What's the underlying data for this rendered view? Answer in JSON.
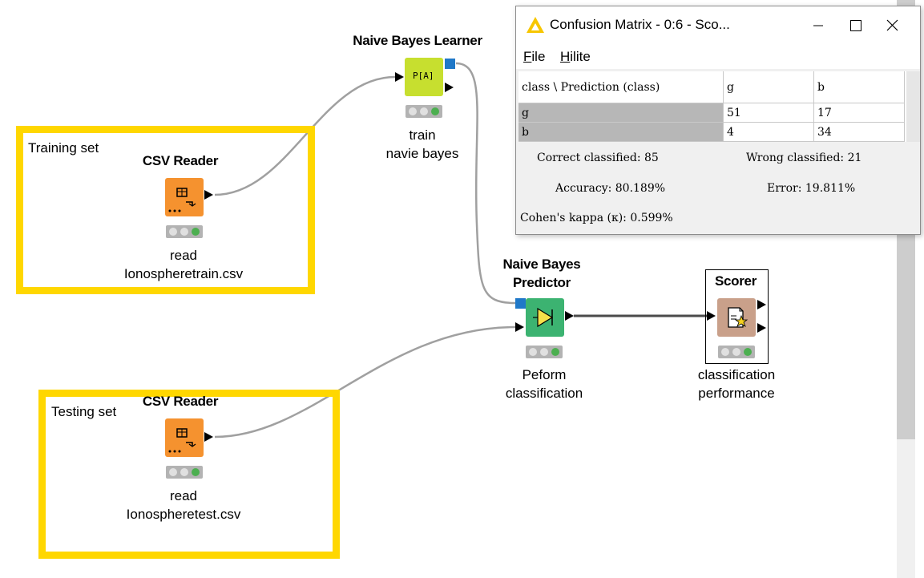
{
  "workflow": {
    "annotations": [
      {
        "label": "Training set"
      },
      {
        "label": "Testing set"
      }
    ],
    "nodes": {
      "csv_train": {
        "title": "CSV Reader",
        "label_line1": "read",
        "label_line2": "Ionospheretrain.csv"
      },
      "learner": {
        "title": "Naive Bayes Learner",
        "icon_text": "P[A]",
        "label_line1": "train",
        "label_line2": "navie bayes"
      },
      "predictor": {
        "title_line1": "Naive Bayes",
        "title_line2": "Predictor",
        "label_line1": "Peform",
        "label_line2": "classification"
      },
      "scorer": {
        "title": "Scorer",
        "label_line1": "classification",
        "label_line2": "performance"
      },
      "csv_test": {
        "title": "CSV Reader",
        "label_line1": "read",
        "label_line2": "Ionospheretest.csv"
      }
    },
    "colors": {
      "annotation_border": "#ffd700",
      "reader_node": "#f5922f",
      "learner_node": "#c7df2f",
      "predictor_node": "#3cb371",
      "scorer_node": "#c9a08a",
      "model_port": "#1f78c8",
      "status_green": "#4caf50"
    }
  },
  "dialog": {
    "title": "Confusion Matrix - 0:6 - Sco...",
    "menu": [
      {
        "label": "File",
        "accel": "F",
        "rest": "ile"
      },
      {
        "label": "Hilite",
        "accel": "H",
        "rest": "ilite"
      }
    ],
    "table": {
      "corner": "class \\ Prediction (class)",
      "columns": [
        "g",
        "b"
      ],
      "rows": [
        {
          "name": "g",
          "values": [
            "51",
            "17"
          ]
        },
        {
          "name": "b",
          "values": [
            "4",
            "34"
          ]
        }
      ]
    },
    "stats": {
      "correct": "Correct classified: 85",
      "wrong": "Wrong classified: 21",
      "accuracy": "Accuracy: 80.189%",
      "error": "Error: 19.811%",
      "kappa": "Cohen's kappa (κ):  0.599%"
    }
  }
}
